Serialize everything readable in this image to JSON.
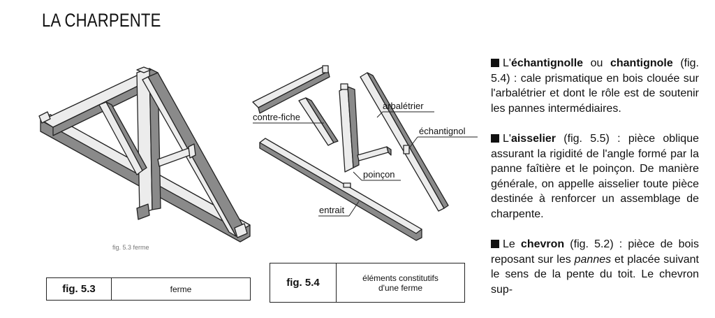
{
  "title": "LA CHARPENTE",
  "captions": {
    "fig53": {
      "num": "fig. 5.3",
      "text": "ferme"
    },
    "fig54": {
      "num": "fig. 5.4",
      "text": "éléments constitutifs\nd'une ferme"
    },
    "fig53_partial": "fig. 5.3 ferme"
  },
  "labels": {
    "contre_fiche": "contre-fiche",
    "arbaletrier": "arbalétrier",
    "echantignole": "échantignol",
    "poincon": "poinçon",
    "entrait": "entrait"
  },
  "paragraphs": {
    "p1": {
      "pre": "L'",
      "term1": "échantignolle",
      "mid": " ou ",
      "term2": "chantignole",
      "rest": " (fig. 5.4) : cale prismatique en bois clouée sur l'arbalétrier et dont le rôle est de soutenir les pannes intermédiaires."
    },
    "p2": {
      "pre": "L'",
      "term": "aisselier",
      "rest": " (fig. 5.5) : pièce oblique assurant la rigidité de l'angle formé par la panne faîtière et le poinçon. De manière générale, on appelle aisselier toute pièce destinée à renforcer un assemblage de charpente."
    },
    "p3": {
      "pre": "Le ",
      "term": "chevron",
      "mid": " (fig. 5.2) : pièce de bois reposant sur les ",
      "ital": "pannes",
      "rest": " et placée suivant le sens de la pente du toit. Le chevron sup-"
    }
  }
}
